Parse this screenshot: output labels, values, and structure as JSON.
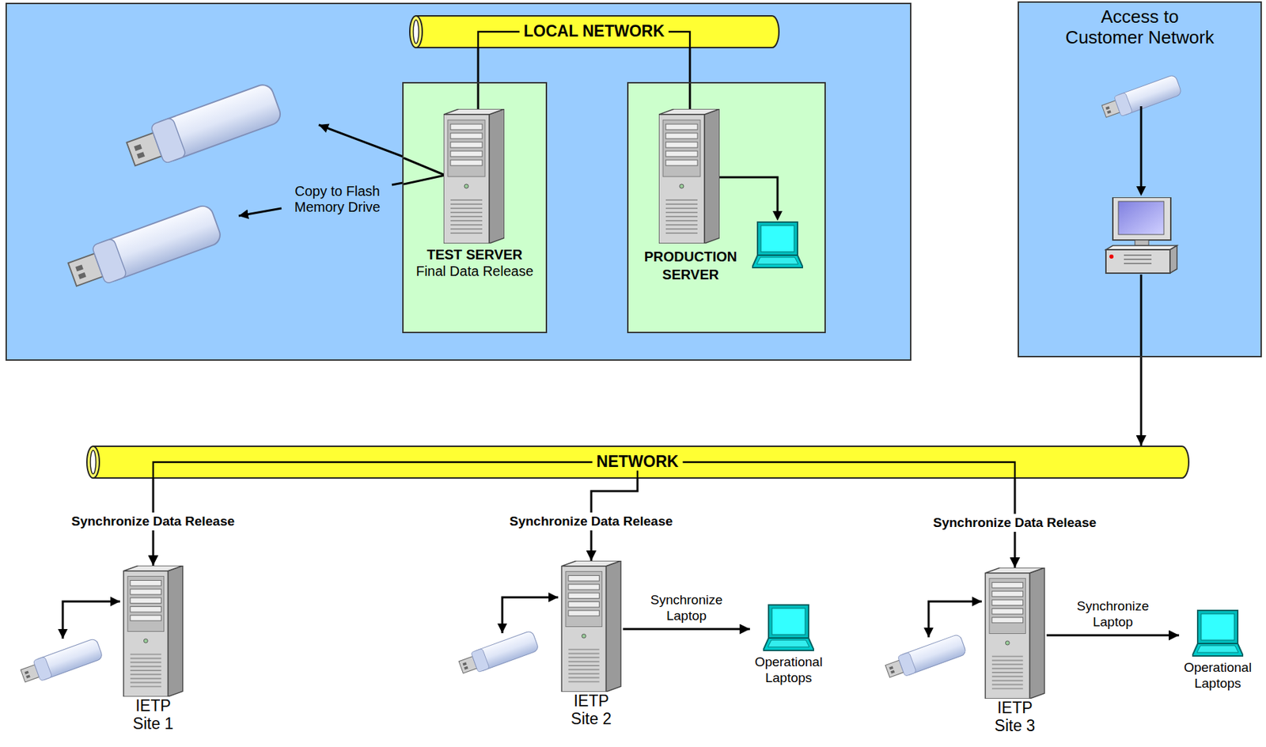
{
  "diagram": {
    "nodes": [
      {
        "text": [
          "LOCAL NETWORK"
        ]
      },
      {
        "text": [
          "TEST SERVER",
          "Final Data Release"
        ]
      },
      {
        "text": [
          "PRODUCTION SERVER"
        ]
      },
      {
        "text": [
          "Access to Customer Network"
        ]
      },
      {
        "text": [
          "NETWORK"
        ]
      },
      {
        "text": [
          "IETP Site 1"
        ]
      },
      {
        "text": [
          "IETP Site 2"
        ]
      },
      {
        "text": [
          "Operational Laptops"
        ]
      },
      {
        "text": [
          "IETP Site 3"
        ]
      },
      {
        "text": [
          "Operational Laptops"
        ]
      }
    ],
    "edges": [
      {
        "from": 0,
        "to": 1,
        "arrow": "none"
      },
      {
        "from": 0,
        "to": 2,
        "arrow": "none"
      },
      {
        "from": 3,
        "to": 4,
        "arrow": "to"
      },
      {
        "from": 4,
        "to": 5,
        "label": "Synchronize Data Release",
        "arrow": "to"
      },
      {
        "from": 4,
        "to": 6,
        "label": "Synchronize Data Release",
        "arrow": "to"
      },
      {
        "from": 4,
        "to": 8,
        "label": "Synchronize Data Release",
        "arrow": "to"
      },
      {
        "from": 6,
        "to": 7,
        "label": "Synchronize Laptop",
        "arrow": "to"
      },
      {
        "from": 8,
        "to": 9,
        "label": "Synchronize Laptop",
        "arrow": "to"
      }
    ],
    "labels": [
      "Copy to Flash Memory Drive"
    ]
  }
}
